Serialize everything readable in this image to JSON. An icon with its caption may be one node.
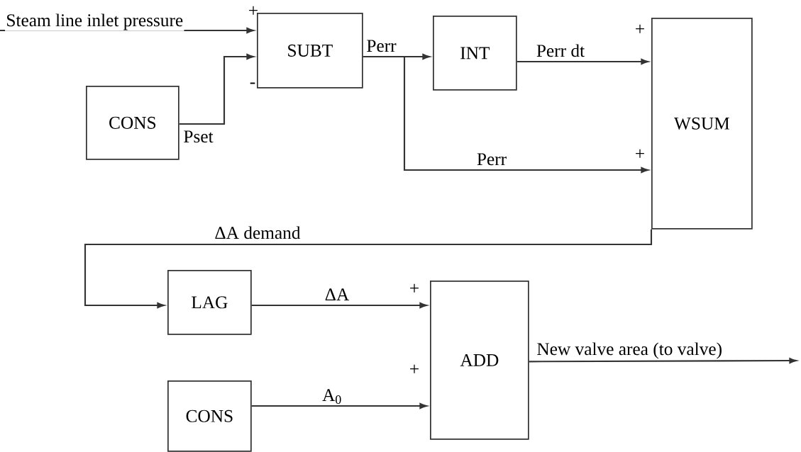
{
  "diagram": {
    "nodes": [
      {
        "text": [
          "SUBT"
        ]
      },
      {
        "text": [
          "CONS"
        ]
      },
      {
        "text": [
          "INT"
        ]
      },
      {
        "text": [
          "WSUM"
        ]
      },
      {
        "text": [
          "LAG"
        ]
      },
      {
        "text": [
          "ADD"
        ]
      },
      {
        "text": [
          "CONS"
        ]
      }
    ],
    "edges": [
      {
        "from": null,
        "to": 0,
        "arrow": "to",
        "label": "Steam line inlet pressure"
      },
      {
        "from": 1,
        "to": 0,
        "arrow": "to",
        "label": "Pset"
      },
      {
        "from": 0,
        "to": 2,
        "arrow": "to",
        "label": "Perr"
      },
      {
        "from": 0,
        "to": 3,
        "arrow": "to",
        "label": "Perr"
      },
      {
        "from": 2,
        "to": 3,
        "arrow": "to",
        "label": "Perr dt"
      },
      {
        "from": 3,
        "to": 4,
        "arrow": "to",
        "label": "ΔA demand"
      },
      {
        "from": 4,
        "to": 5,
        "arrow": "to",
        "label": "ΔA"
      },
      {
        "from": 6,
        "to": 5,
        "arrow": "to",
        "label": "A$_{0}$"
      },
      {
        "from": 5,
        "to": null,
        "arrow": "to",
        "label": "New valve area (to valve)"
      }
    ],
    "labels": [
      "+",
      "-",
      "+",
      "+",
      "+",
      "+"
    ]
  }
}
